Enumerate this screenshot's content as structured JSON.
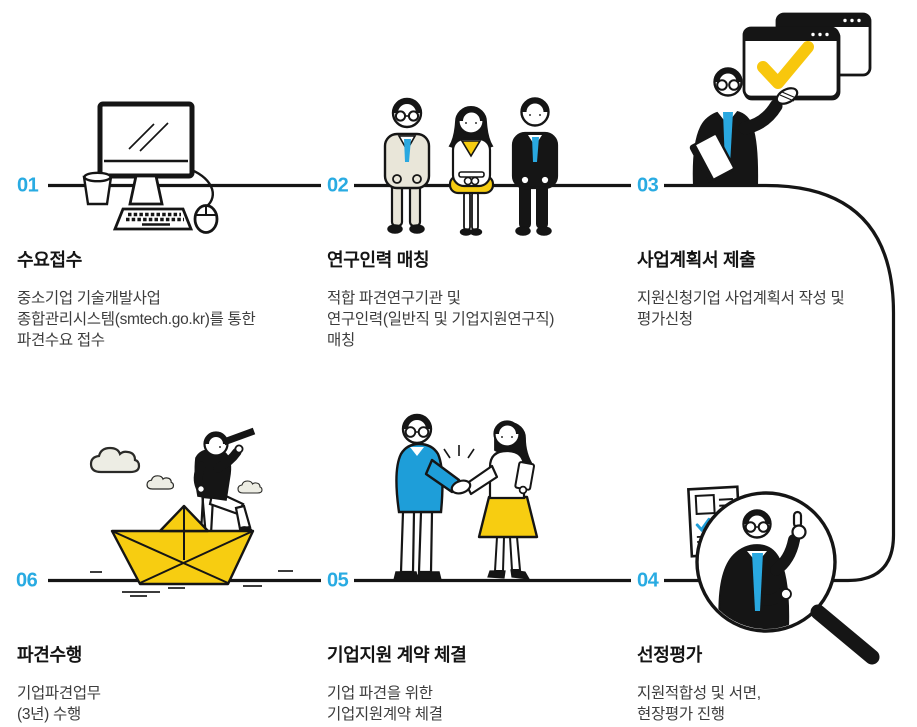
{
  "palette": {
    "number_blue": "#29ABE2",
    "tie_blue": "#29A8E0",
    "jacket_azure": "#1E9ED9",
    "accent_yellow": "#F7CD11",
    "check_yellow": "#F8C70D",
    "line_ink": "#151515",
    "body_text": "#3D3D3D"
  },
  "steps": [
    {
      "number": "01",
      "title": "수요접수",
      "lines": [
        "중소기업 기술개발사업",
        "종합관리시스템(smtech.go.kr)를 통한",
        "파견수요 접수"
      ],
      "illustration": "desktop-computer-desk"
    },
    {
      "number": "02",
      "title": "연구인력 매칭",
      "lines": [
        "적합 파견연구기관 및",
        "연구인력(일반직 및 기업지원연구직)",
        "매칭"
      ],
      "illustration": "three-seated-researchers"
    },
    {
      "number": "03",
      "title": "사업계획서 제출",
      "lines": [
        "지원신청기업 사업계획서 작성 및",
        "평가신청"
      ],
      "illustration": "presenter-with-checked-windows"
    },
    {
      "number": "04",
      "title": "선정평가",
      "lines": [
        "지원적합성 및 서면,",
        "현장평가 진행"
      ],
      "illustration": "evaluator-in-magnifier"
    },
    {
      "number": "05",
      "title": "기업지원 계약 체결",
      "lines": [
        "기업 파견을 위한",
        "기업지원계약 체결"
      ],
      "illustration": "handshake-agreement"
    },
    {
      "number": "06",
      "title": "파견수행",
      "lines": [
        "기업파견업무",
        "(3년) 수행"
      ],
      "illustration": "paper-boat-telescope"
    }
  ]
}
